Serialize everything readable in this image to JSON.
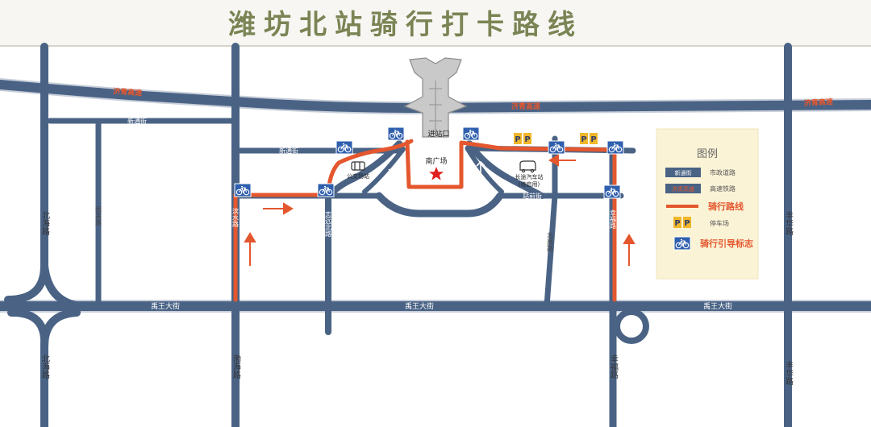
{
  "title": "潍坊北站骑行打卡路线",
  "colors": {
    "road": "#4a6385",
    "road_edge": "#c8cfda",
    "route": "#e4572e",
    "map_bg": "#ffffff",
    "title_bar": "#f7f6f2",
    "title_text": "#7a8454",
    "legend_bg": "#fbf3d6",
    "bike_sign": "#2f5fae",
    "parking": "#f0b72b",
    "landmark_star": "#e02020",
    "station_building": "#c9c9c9"
  },
  "road_labels": {
    "jinan_expressway": "济青高速",
    "xintong_street": "新通街",
    "beiyuan_street": "新通街",
    "yuwang_avenue": "禹王大街",
    "beihai_road": "北海路",
    "fenghua_road": "丰华路",
    "bohai_road": "渤海路",
    "xingfu_road": "幸福路",
    "jiefang_road": "园关路",
    "zhiyuan_road": "志远北路",
    "binhai_road": "滨水路",
    "sutong_road": "站前街",
    "xiangsheng_road": "北辰路",
    "xingfu_north": "幸福路"
  },
  "landmarks": {
    "station_exit": "进站口",
    "south_square": "南广场",
    "bus_terminal": "公交场站",
    "coach_station_line1": "长途汽车站",
    "coach_station_line2": "(待启用)"
  },
  "icons": {
    "bike_sign": "bicycle-sign-icon",
    "parking": "parking-icon",
    "bus": "bus-icon",
    "coach": "coach-icon",
    "star": "star-icon",
    "arrow": "direction-arrow-icon"
  },
  "legend": {
    "title": "图例",
    "items": [
      {
        "swatch_text": "新通街",
        "label": "市政道路"
      },
      {
        "swatch_text": "济青高速",
        "label": "高速铁路"
      },
      {
        "label": "骑行路线"
      },
      {
        "swatch_text": "PP",
        "label": "停车场"
      },
      {
        "label": "骑行引导标志"
      }
    ]
  }
}
